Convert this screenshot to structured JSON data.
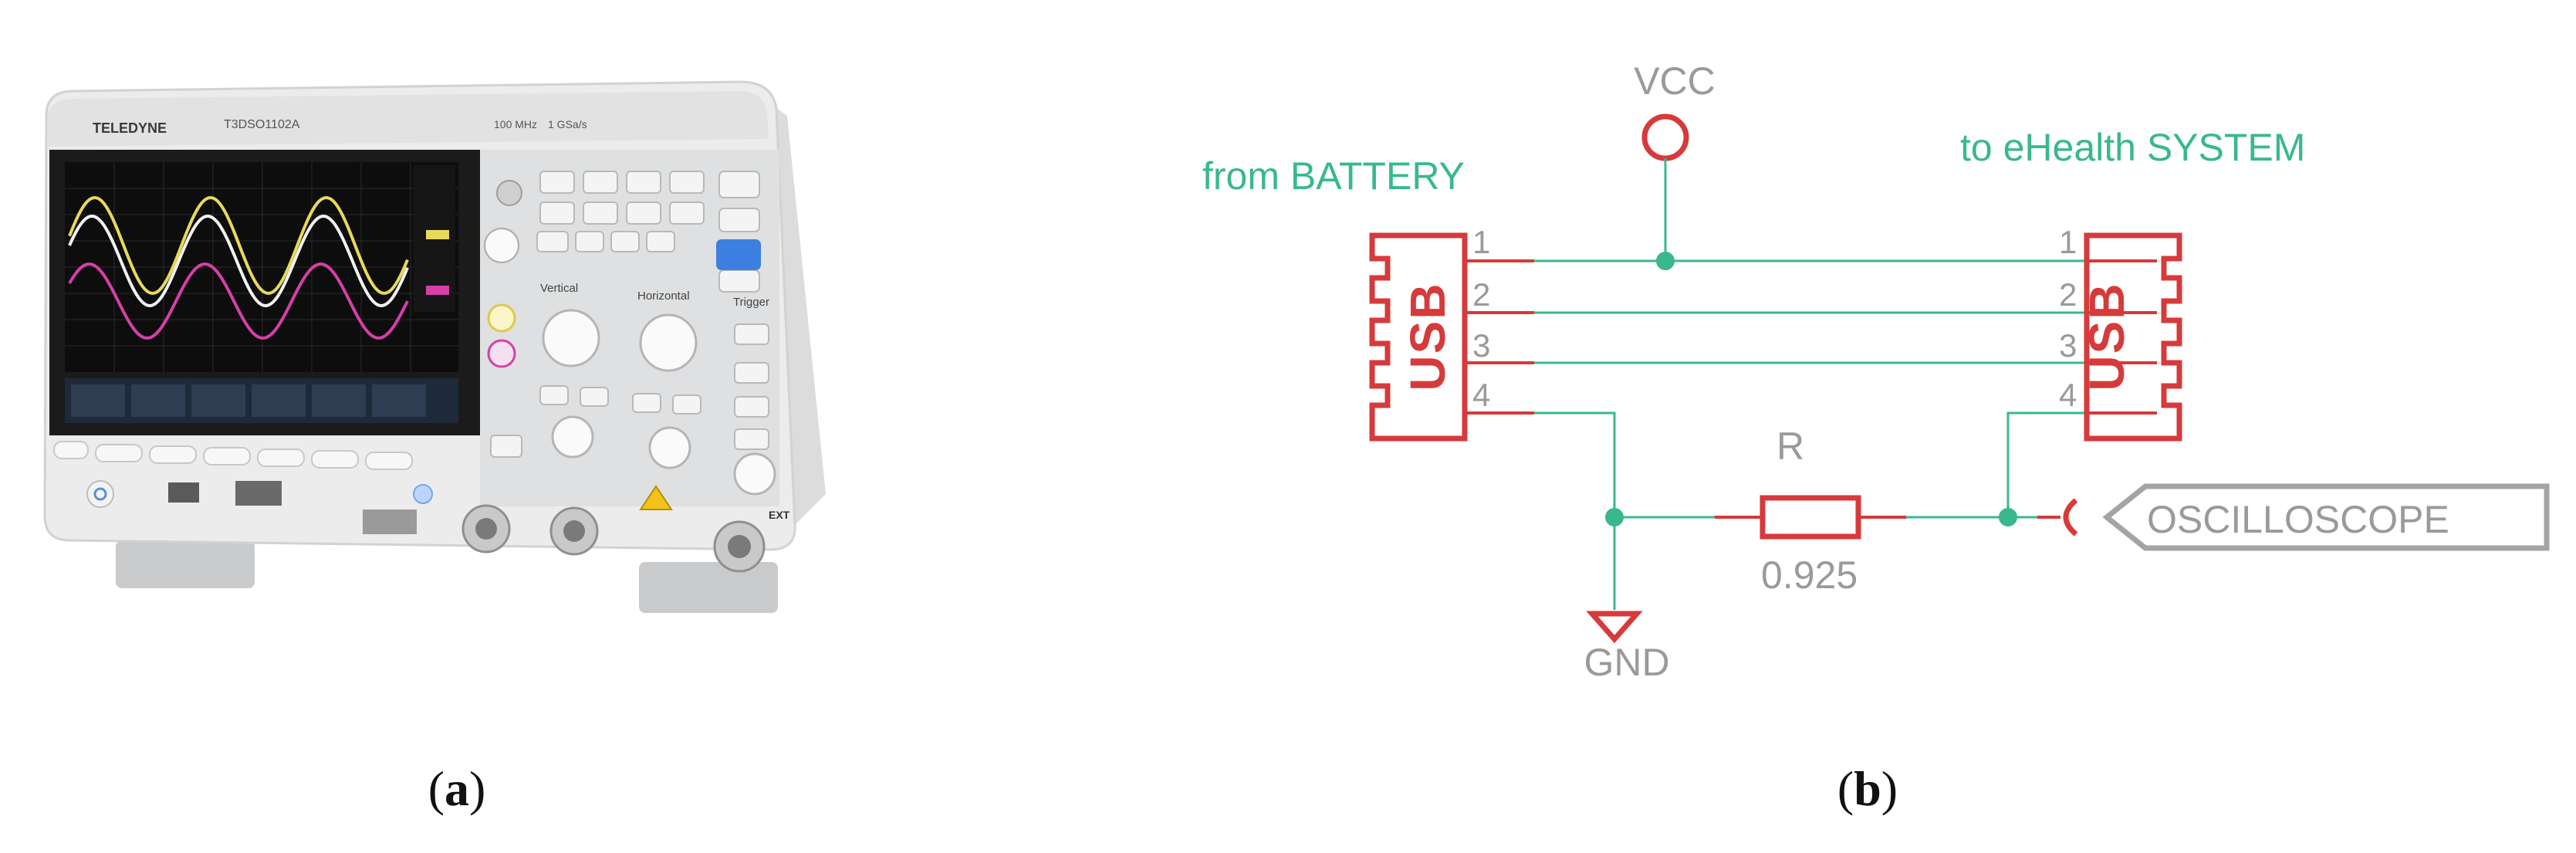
{
  "captions": {
    "a": {
      "open": "(",
      "letter": "a",
      "close": ")"
    },
    "b": {
      "open": "(",
      "letter": "b",
      "close": ")"
    }
  },
  "oscilloscope": {
    "brand": "TELEDYNE",
    "model": "T3DSO1102A",
    "bandwidth": "100 MHz",
    "sample_rate": "1 GSa/s",
    "panel_labels": {
      "vertical": "Vertical",
      "horizontal": "Horizontal",
      "trigger": "Trigger",
      "ext": "EXT"
    },
    "trace_colors": [
      "#e8d95a",
      "#f2f2f2",
      "#d63fa8"
    ]
  },
  "schematic": {
    "vcc_label": "VCC",
    "gnd_label": "GND",
    "from_label": "from BATTERY",
    "to_label": "to eHealth SYSTEM",
    "usb_left_label": "USB",
    "usb_right_label": "USB",
    "pins": [
      "1",
      "2",
      "3",
      "4"
    ],
    "resistor_name": "R",
    "resistor_value": "0.925",
    "probe_label": "OSCILLOSCOPE",
    "colors": {
      "wire": "#39b88f",
      "part": "#d63a3a",
      "label": "#9a9a9a"
    }
  }
}
